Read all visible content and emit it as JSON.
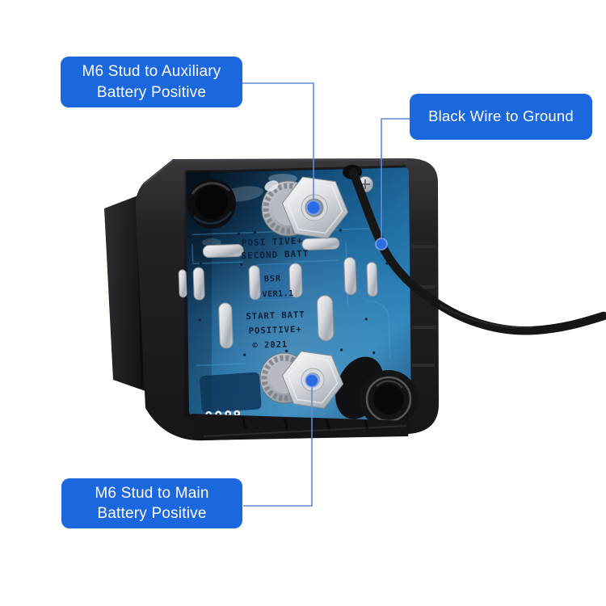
{
  "image": {
    "background_color": "#ffffff",
    "subject": "Dual battery smart relay (BSR) product photo with part callouts"
  },
  "colors": {
    "callout_blue": "#1b67dd",
    "leader_line_blue": "#5f8ad6",
    "marker_dot_blue": "#2b6be4",
    "pcb_blue": "#1d6096",
    "body_black": "#1d1d20"
  },
  "callouts": {
    "aux": {
      "text": "M6 Stud to Auxiliary Battery Positive"
    },
    "ground": {
      "text": "Black Wire to Ground"
    },
    "main": {
      "text": "M6 Stud to Main Battery Positive"
    }
  },
  "pcb_silkscreen": {
    "line1": "POSI TIVE+",
    "line2": "SECOND BATT",
    "chip_name": "BSR",
    "chip_version": "VER1.1",
    "line3": "START BATT",
    "line4": "POSITIVE+",
    "copyright": "© 2021"
  }
}
